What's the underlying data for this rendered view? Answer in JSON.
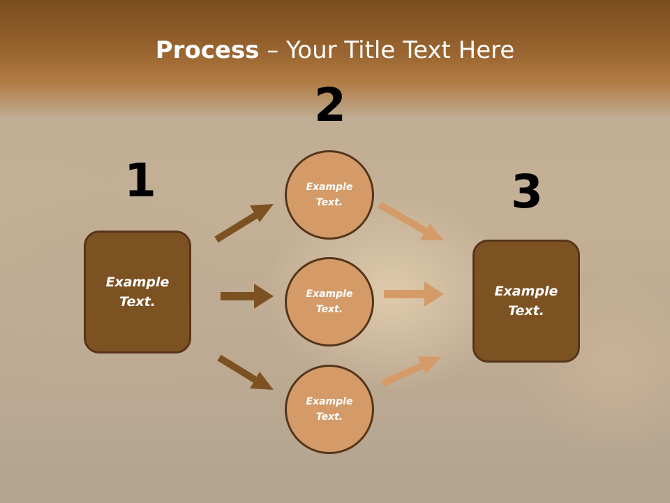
{
  "title": {
    "bold": "Process",
    "rest": " – Your Title Text Here"
  },
  "steps": [
    {
      "number": "1",
      "text": "Example\nText."
    },
    {
      "number": "2",
      "text": "Example\nText."
    },
    {
      "number": "3",
      "text": "Example\nText."
    }
  ],
  "circles": [
    {
      "text": "Example\nText."
    },
    {
      "text": "Example\nText."
    },
    {
      "text": "Example\nText."
    }
  ],
  "colors": {
    "box_fill": "#7d5222",
    "circle_fill": "#d49b68",
    "outline": "#55351a",
    "arrow_dark": "#7d5222",
    "arrow_light": "#d49b68"
  }
}
